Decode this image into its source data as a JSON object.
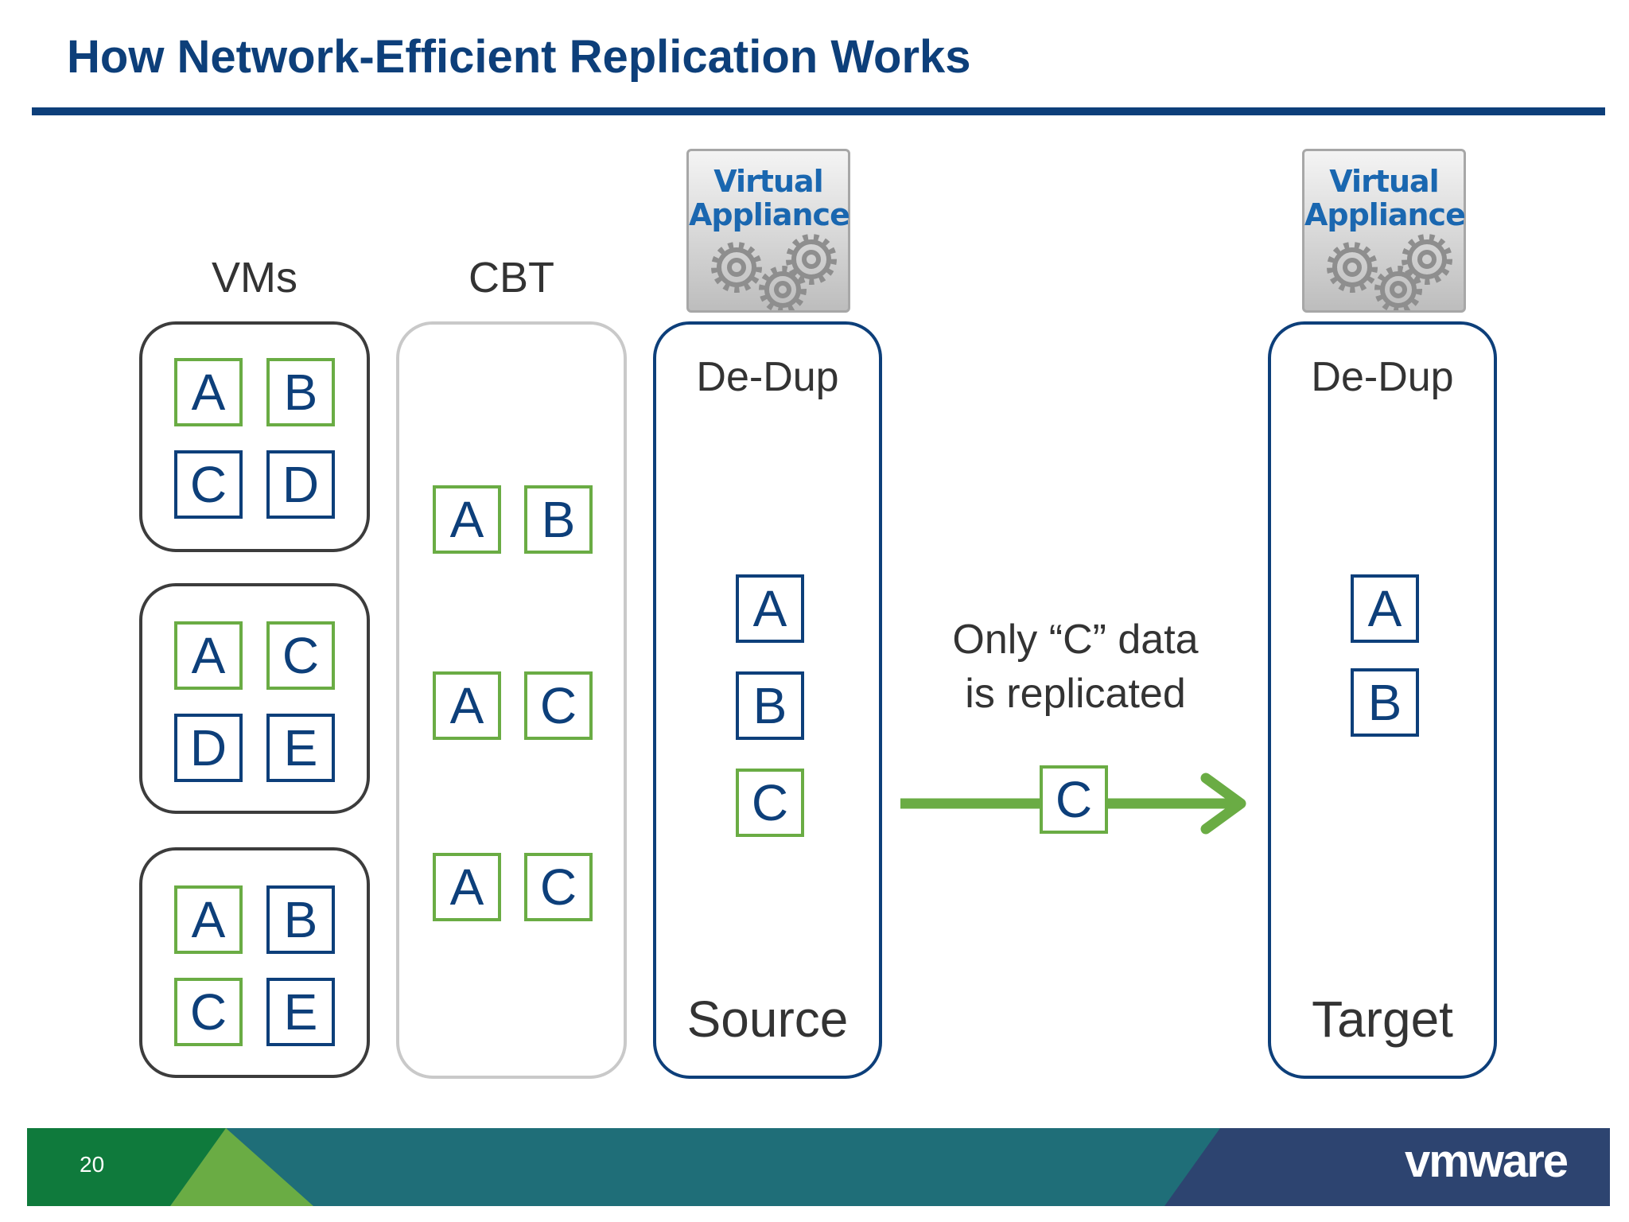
{
  "slide": {
    "title": "How Network-Efficient Replication Works",
    "page_number": "20"
  },
  "columns": {
    "vms_label": "VMs",
    "cbt_label": "CBT"
  },
  "vms": [
    {
      "blocks": [
        {
          "letter": "A",
          "color": "green"
        },
        {
          "letter": "B",
          "color": "green"
        },
        {
          "letter": "C",
          "color": "navy"
        },
        {
          "letter": "D",
          "color": "navy"
        }
      ]
    },
    {
      "blocks": [
        {
          "letter": "A",
          "color": "green"
        },
        {
          "letter": "C",
          "color": "green"
        },
        {
          "letter": "D",
          "color": "navy"
        },
        {
          "letter": "E",
          "color": "navy"
        }
      ]
    },
    {
      "blocks": [
        {
          "letter": "A",
          "color": "green"
        },
        {
          "letter": "B",
          "color": "navy"
        },
        {
          "letter": "C",
          "color": "green"
        },
        {
          "letter": "E",
          "color": "navy"
        }
      ]
    }
  ],
  "cbt": [
    {
      "blocks": [
        {
          "letter": "A",
          "color": "green"
        },
        {
          "letter": "B",
          "color": "green"
        }
      ]
    },
    {
      "blocks": [
        {
          "letter": "A",
          "color": "green"
        },
        {
          "letter": "C",
          "color": "green"
        }
      ]
    },
    {
      "blocks": [
        {
          "letter": "A",
          "color": "green"
        },
        {
          "letter": "C",
          "color": "green"
        }
      ]
    }
  ],
  "virtual_appliance": {
    "line1": "Virtual",
    "line2": "Appliance"
  },
  "source": {
    "title": "De-Dup",
    "label": "Source",
    "blocks": [
      {
        "letter": "A",
        "color": "navy"
      },
      {
        "letter": "B",
        "color": "navy"
      },
      {
        "letter": "C",
        "color": "green"
      }
    ]
  },
  "target": {
    "title": "De-Dup",
    "label": "Target",
    "blocks": [
      {
        "letter": "A",
        "color": "navy"
      },
      {
        "letter": "B",
        "color": "navy"
      }
    ]
  },
  "replication": {
    "line1": "Only “C” data",
    "line2": "is replicated",
    "block": {
      "letter": "C",
      "color": "green"
    }
  },
  "brand": {
    "logo": "vmware"
  },
  "colors": {
    "title_navy": "#0d3f7a",
    "block_green": "#6aac44",
    "footer_green": "#0f7a3c",
    "footer_teal": "#1f6e78",
    "footer_navy": "#2d4470"
  }
}
